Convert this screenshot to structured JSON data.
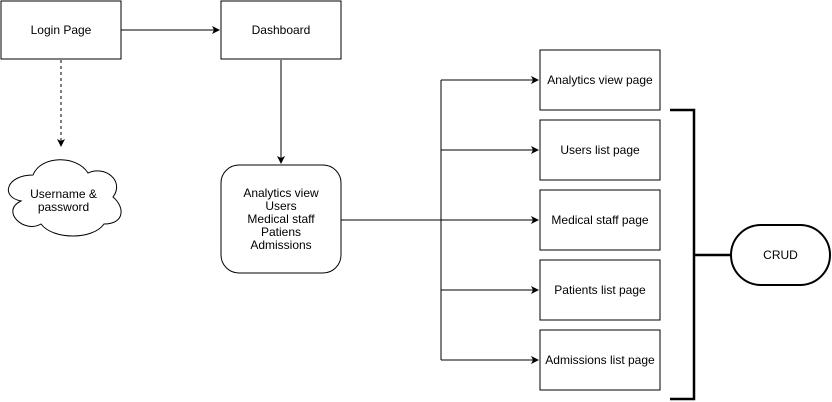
{
  "diagram": {
    "login_page": "Login Page",
    "dashboard": "Dashboard",
    "credentials_line1": "Username &",
    "credentials_line2": "password",
    "menu_items": [
      "Analytics view",
      "Users",
      "Medical staff",
      "Patiens",
      "Admissions"
    ],
    "pages": [
      "Analytics view page",
      "Users list page",
      "Medical staff page",
      "Patients list page",
      "Admissions list page"
    ],
    "crud": "CRUD"
  },
  "colors": {
    "stroke": "#000000",
    "fill": "#ffffff"
  }
}
